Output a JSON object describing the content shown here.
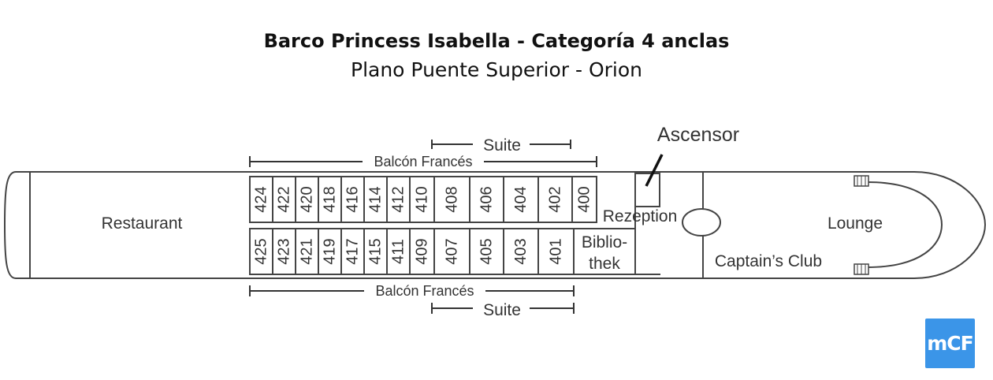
{
  "title": "Barco Princess Isabella - Categoría 4 anclas",
  "subtitle": "Plano Puente Superior - Orion",
  "labels": {
    "ascensor": "Ascensor",
    "suite_top": "Suite",
    "suite_bottom": "Suite",
    "balcon_top": "Balcón Francés",
    "balcon_bottom": "Balcón Francés"
  },
  "areas": {
    "restaurant": "Restaurant",
    "rezeption": "Rezeption",
    "bibliothek_1": "Biblio-",
    "bibliothek_2": "thek",
    "captains_club": "Captain’s Club",
    "lounge": "Lounge"
  },
  "cabins_top": [
    "424",
    "422",
    "420",
    "418",
    "416",
    "414",
    "412",
    "410",
    "408",
    "406",
    "404",
    "402",
    "400"
  ],
  "cabins_bottom": [
    "425",
    "423",
    "421",
    "419",
    "417",
    "415",
    "411",
    "409",
    "407",
    "405",
    "403",
    "401"
  ],
  "logo_text": "mCF"
}
